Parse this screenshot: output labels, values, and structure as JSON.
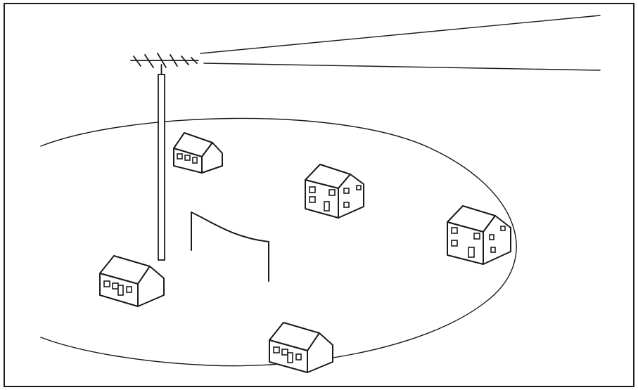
{
  "diagram": {
    "type": "line-illustration",
    "elements": [
      "frame",
      "coverage-boundary",
      "antenna-mast",
      "yagi-antenna",
      "signal-beam",
      "wire-antenna",
      "house",
      "house",
      "house",
      "house",
      "house"
    ],
    "colors": {
      "ink": "#1a1a1a",
      "background": "#ffffff"
    },
    "houses": [
      {
        "style": "cottage"
      },
      {
        "style": "two-storey"
      },
      {
        "style": "two-storey"
      },
      {
        "style": "cottage"
      },
      {
        "style": "cottage"
      }
    ]
  }
}
